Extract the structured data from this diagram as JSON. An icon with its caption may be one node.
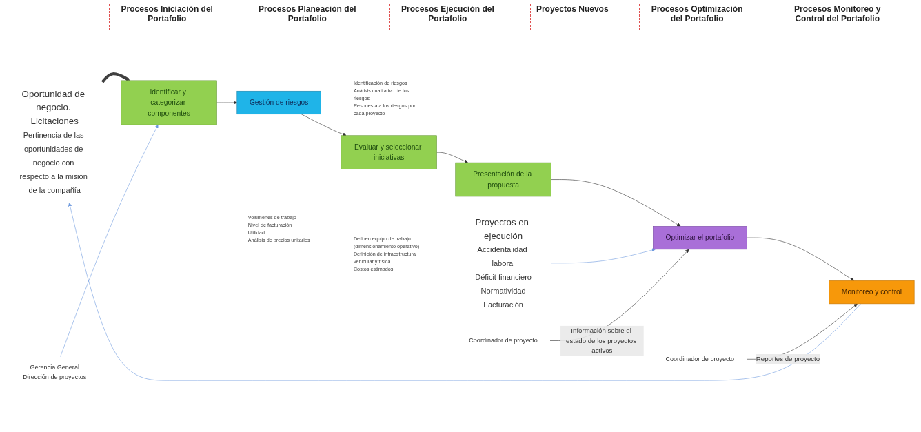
{
  "diagram": {
    "nodes": [
      {
        "text": [
          "Oportunidad de negocio. Licitaciones"
        ],
        "beside": [
          "Pertinencia de las oportunidades de negocio con respecto a la misión de la compañía"
        ]
      },
      {
        "text": [
          "Gerencia General",
          "Dirección de proyectos"
        ]
      },
      {
        "text": [
          "Identificar y categorizar componentes"
        ]
      },
      {
        "text": [
          "Gestión de riesgos"
        ],
        "beside": [
          "Identificación de riesgos",
          "Análisis cualitativo de los riesgos",
          "Respuesta a los riesgos por cada proyecto"
        ]
      },
      {
        "text": [
          "Evaluar y seleccionar iniciativas"
        ],
        "beside": [
          "Volúmenes de trabajo",
          "Nivel de facturación",
          "Utilidad",
          "Análisis de precios unitarios"
        ]
      },
      {
        "text": [
          "Presentación de la propuesta"
        ],
        "beside": [
          "Definen equipo de trabajo (dimensionamiento operativo)",
          "Definición de infraestructura vehicular y física",
          "Costos estimados"
        ]
      },
      {
        "text": [
          "Proyectos en ejecución"
        ],
        "beside": [
          "Accidentalidad laboral",
          "Déficit financiero",
          "Normatividad",
          "Facturación"
        ]
      },
      {
        "text": [
          "Optimizar el portafolio"
        ]
      },
      {
        "text": [
          "Coordinador de proyecto"
        ]
      },
      {
        "text": [
          "Monitoreo y control"
        ]
      },
      {
        "text": [
          "Coordinador de proyecto"
        ]
      }
    ],
    "edges": [
      {
        "from": 0,
        "to": 2,
        "arrow": "to",
        "style": "thick",
        "color": "#404040"
      },
      {
        "from": 1,
        "to": 2,
        "arrow": "to",
        "color": "#6f9be0"
      },
      {
        "from": 2,
        "to": 3,
        "arrow": "to"
      },
      {
        "from": 3,
        "to": 4,
        "arrow": "to"
      },
      {
        "from": 4,
        "to": 5,
        "arrow": "to"
      },
      {
        "from": 5,
        "to": 7,
        "arrow": "to"
      },
      {
        "from": 6,
        "to": 7,
        "arrow": "to",
        "color": "#6f9be0"
      },
      {
        "from": 8,
        "to": 7,
        "arrow": "to",
        "label": "Información sobre el estado de los proyectos activos"
      },
      {
        "from": 7,
        "to": 9,
        "arrow": "to"
      },
      {
        "from": 10,
        "to": 9,
        "arrow": "to",
        "label": "Reportes de proyecto"
      },
      {
        "from": 9,
        "to": 0,
        "arrow": "to",
        "color": "#6f9be0"
      }
    ],
    "labels": [
      "Procesos Iniciación del Portafolio",
      "Procesos Planeación del Portafolio",
      "Procesos Ejecución del Portafolio",
      "Proyectos Nuevos",
      "Procesos Optimización del Portafolio",
      "Procesos Monitoreo y Control del Portafolio"
    ]
  }
}
